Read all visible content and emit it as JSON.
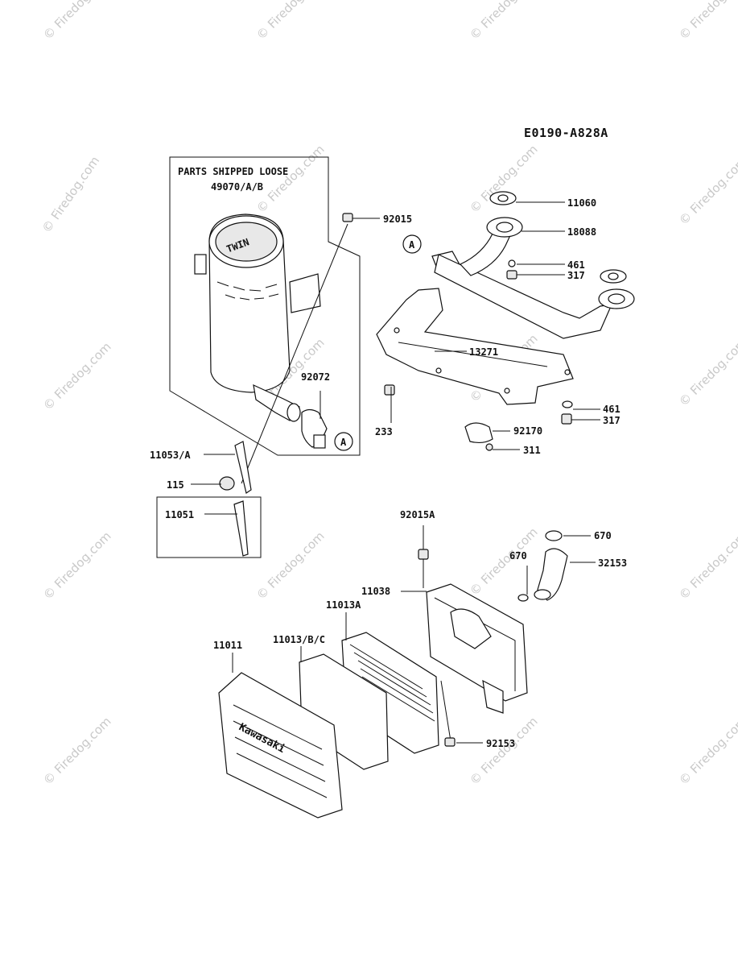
{
  "diagram_code": "E0190-A828A",
  "loose_box": {
    "title": "PARTS SHIPPED LOOSE",
    "part": "49070/A/B"
  },
  "ref_marker": "A",
  "watermark": "© Firedog.com",
  "brand_text": "Kawasaki",
  "muffler_text": "TWIN",
  "callouts": [
    {
      "id": "11060",
      "label": "11060"
    },
    {
      "id": "18088",
      "label": "18088"
    },
    {
      "id": "92015",
      "label": "92015"
    },
    {
      "id": "461a",
      "label": "461"
    },
    {
      "id": "317a",
      "label": "317"
    },
    {
      "id": "13271",
      "label": "13271"
    },
    {
      "id": "92072",
      "label": "92072"
    },
    {
      "id": "233",
      "label": "233"
    },
    {
      "id": "461b",
      "label": "461"
    },
    {
      "id": "317b",
      "label": "317"
    },
    {
      "id": "92170",
      "label": "92170"
    },
    {
      "id": "311",
      "label": "311"
    },
    {
      "id": "11053",
      "label": "11053/A"
    },
    {
      "id": "115",
      "label": "115"
    },
    {
      "id": "11051",
      "label": "11051"
    },
    {
      "id": "92015A",
      "label": "92015A"
    },
    {
      "id": "670a",
      "label": "670"
    },
    {
      "id": "670b",
      "label": "670"
    },
    {
      "id": "32153",
      "label": "32153"
    },
    {
      "id": "11038",
      "label": "11038"
    },
    {
      "id": "11013A",
      "label": "11013A"
    },
    {
      "id": "11013BC",
      "label": "11013/B/C"
    },
    {
      "id": "11011",
      "label": "11011"
    },
    {
      "id": "92153",
      "label": "92153"
    }
  ]
}
